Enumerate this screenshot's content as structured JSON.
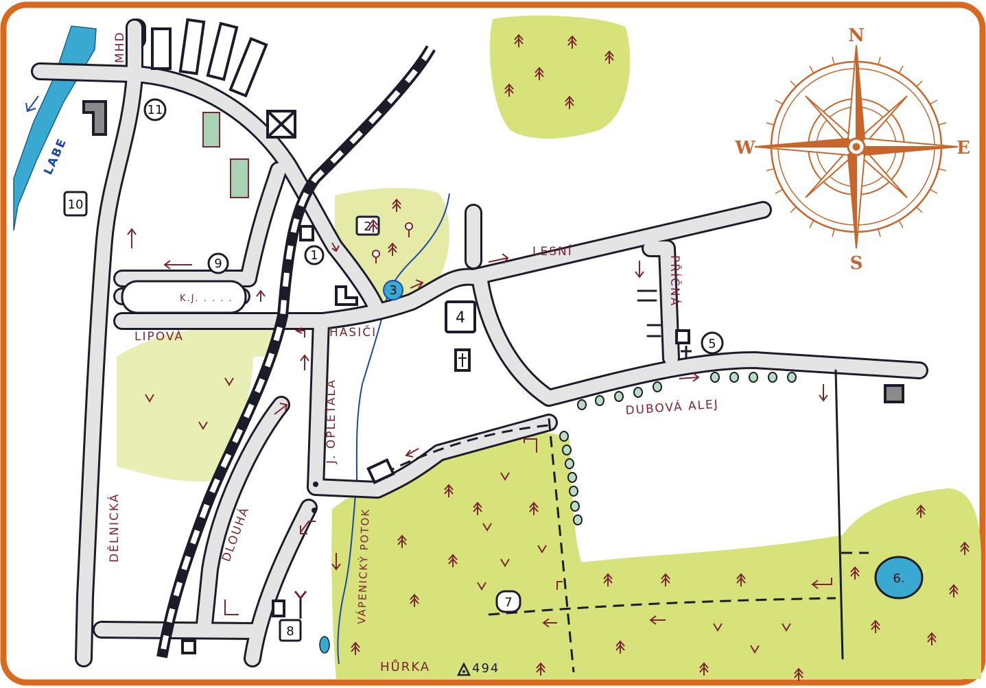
{
  "colors": {
    "frame": "#d9691f",
    "road_fill": "#e4e4e4",
    "road_edge": "#1b1b2a",
    "forest": "#d7e27a",
    "forest_dark": "#c8d85c",
    "river": "#3aa9d2",
    "stream": "#1c48a6",
    "label": "#7a2530",
    "compass": "#c8652a"
  },
  "streets": {
    "labe": "LABE",
    "mhd": "MHD",
    "lesni": "LESNÍ",
    "pricna": "PŘÍČNÁ",
    "kj": "K.J. . . . .",
    "lipova": "LIPOVÁ",
    "hasici": "HASIČI",
    "opletala": "J. OPLETALA",
    "delnicka": "DĚLNICKÁ",
    "dlouha": "DLOUHÁ",
    "potok": "VÁPENICKÝ POTOK",
    "dubova": "DUBOVÁ ALEJ",
    "hurka": "HŮRKA",
    "elevation": "494"
  },
  "points": [
    "1",
    "2",
    "3",
    "4",
    "5",
    "6.",
    "7",
    "8",
    "9",
    "10",
    "11"
  ],
  "compass": {
    "n": "N",
    "s": "S",
    "e": "E",
    "w": "W"
  }
}
